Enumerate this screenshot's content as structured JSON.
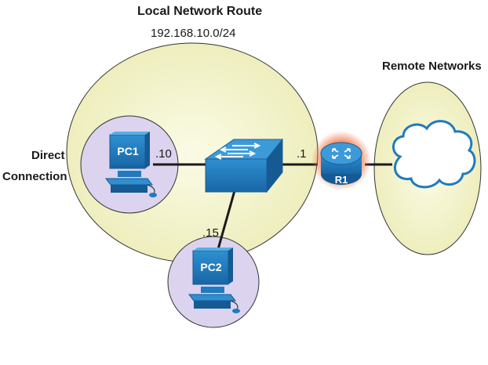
{
  "title": "Local Network Route",
  "subnet": "192.168.10.0/24",
  "left_label_line1": "Direct",
  "left_label_line2": "Connection",
  "remote_label": "Remote Networks",
  "devices": {
    "pc1": "PC1",
    "pc2": "PC2",
    "router": "R1"
  },
  "addresses": {
    "pc1": ".10",
    "pc2": ".15",
    "router": ".1"
  },
  "colors": {
    "local_area": "#f2f2cc",
    "direct_circle": "#dcd3ee",
    "remote_area": "#f2f2cc",
    "device_blue": "#1f7bbf",
    "router_glow": "#f26b3a",
    "link": "#1a1a1a"
  }
}
